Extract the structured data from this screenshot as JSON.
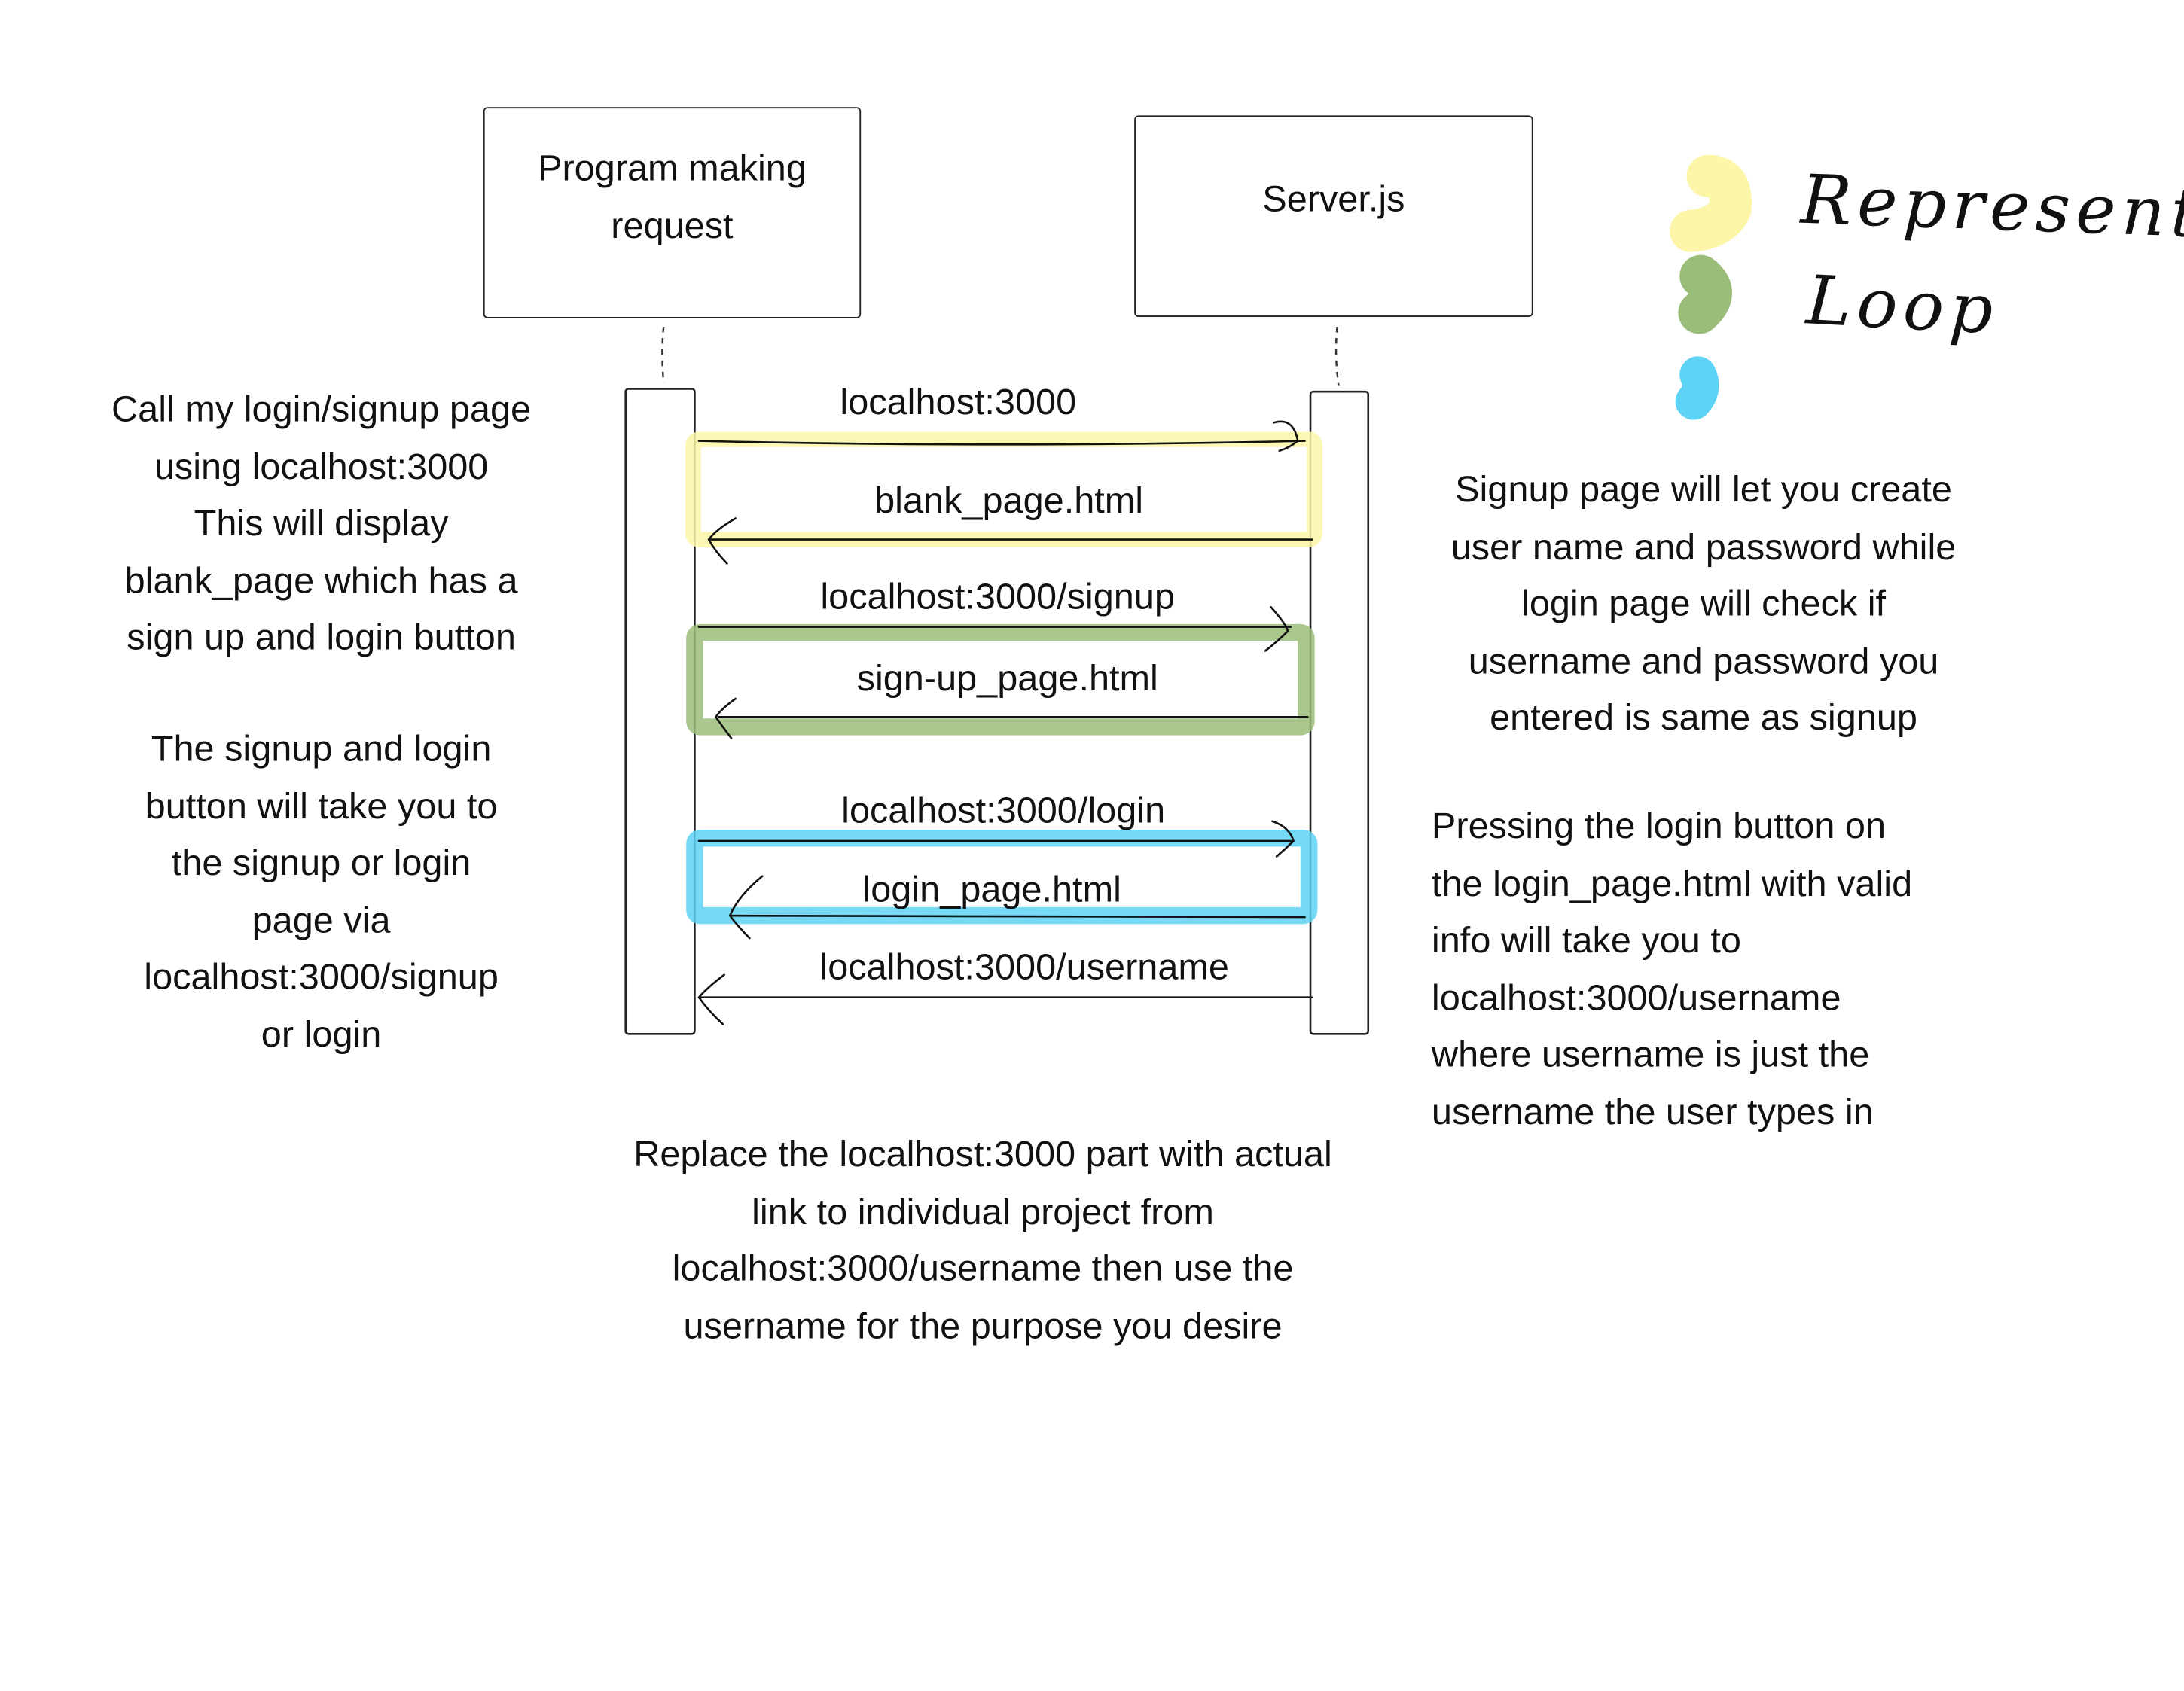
{
  "participants": {
    "client": "Program making\nrequest",
    "server": "Server.js"
  },
  "messages": [
    {
      "label": "localhost:3000",
      "direction": "right"
    },
    {
      "label": "blank_page.html",
      "direction": "left"
    },
    {
      "label": "localhost:3000/signup",
      "direction": "right"
    },
    {
      "label": "sign-up_page.html",
      "direction": "left"
    },
    {
      "label": "localhost:3000/login",
      "direction": "right"
    },
    {
      "label": "login_page.html",
      "direction": "left"
    },
    {
      "label": "localhost:3000/username",
      "direction": "left"
    }
  ],
  "notes": {
    "left_1": "Call my login/signup page\nusing localhost:3000\nThis will display\nblank_page which has a\nsign up and login button",
    "left_2": "The signup and login\nbutton will take you to\nthe signup or login\npage via\nlocalhost:3000/signup\nor login",
    "right_1": "Signup page will let you create\nuser name and password while\nlogin page will check if\nusername and password you\nentered is same as signup",
    "right_2": "Pressing the login button on\nthe login_page.html with valid\ninfo will take you to\nlocalhost:3000/username\nwhere username is just the\nusername the user types in",
    "bottom": "Replace the localhost:3000 part with actual\nlink to individual project from\nlocalhost:3000/username then use the\nusername for the purpose you desire"
  },
  "legend": {
    "line1": "Represent",
    "line2": "Loop"
  },
  "colors": {
    "yellow": "#fdf6a8",
    "green": "#9bbd7a",
    "blue": "#5ed3f5"
  }
}
